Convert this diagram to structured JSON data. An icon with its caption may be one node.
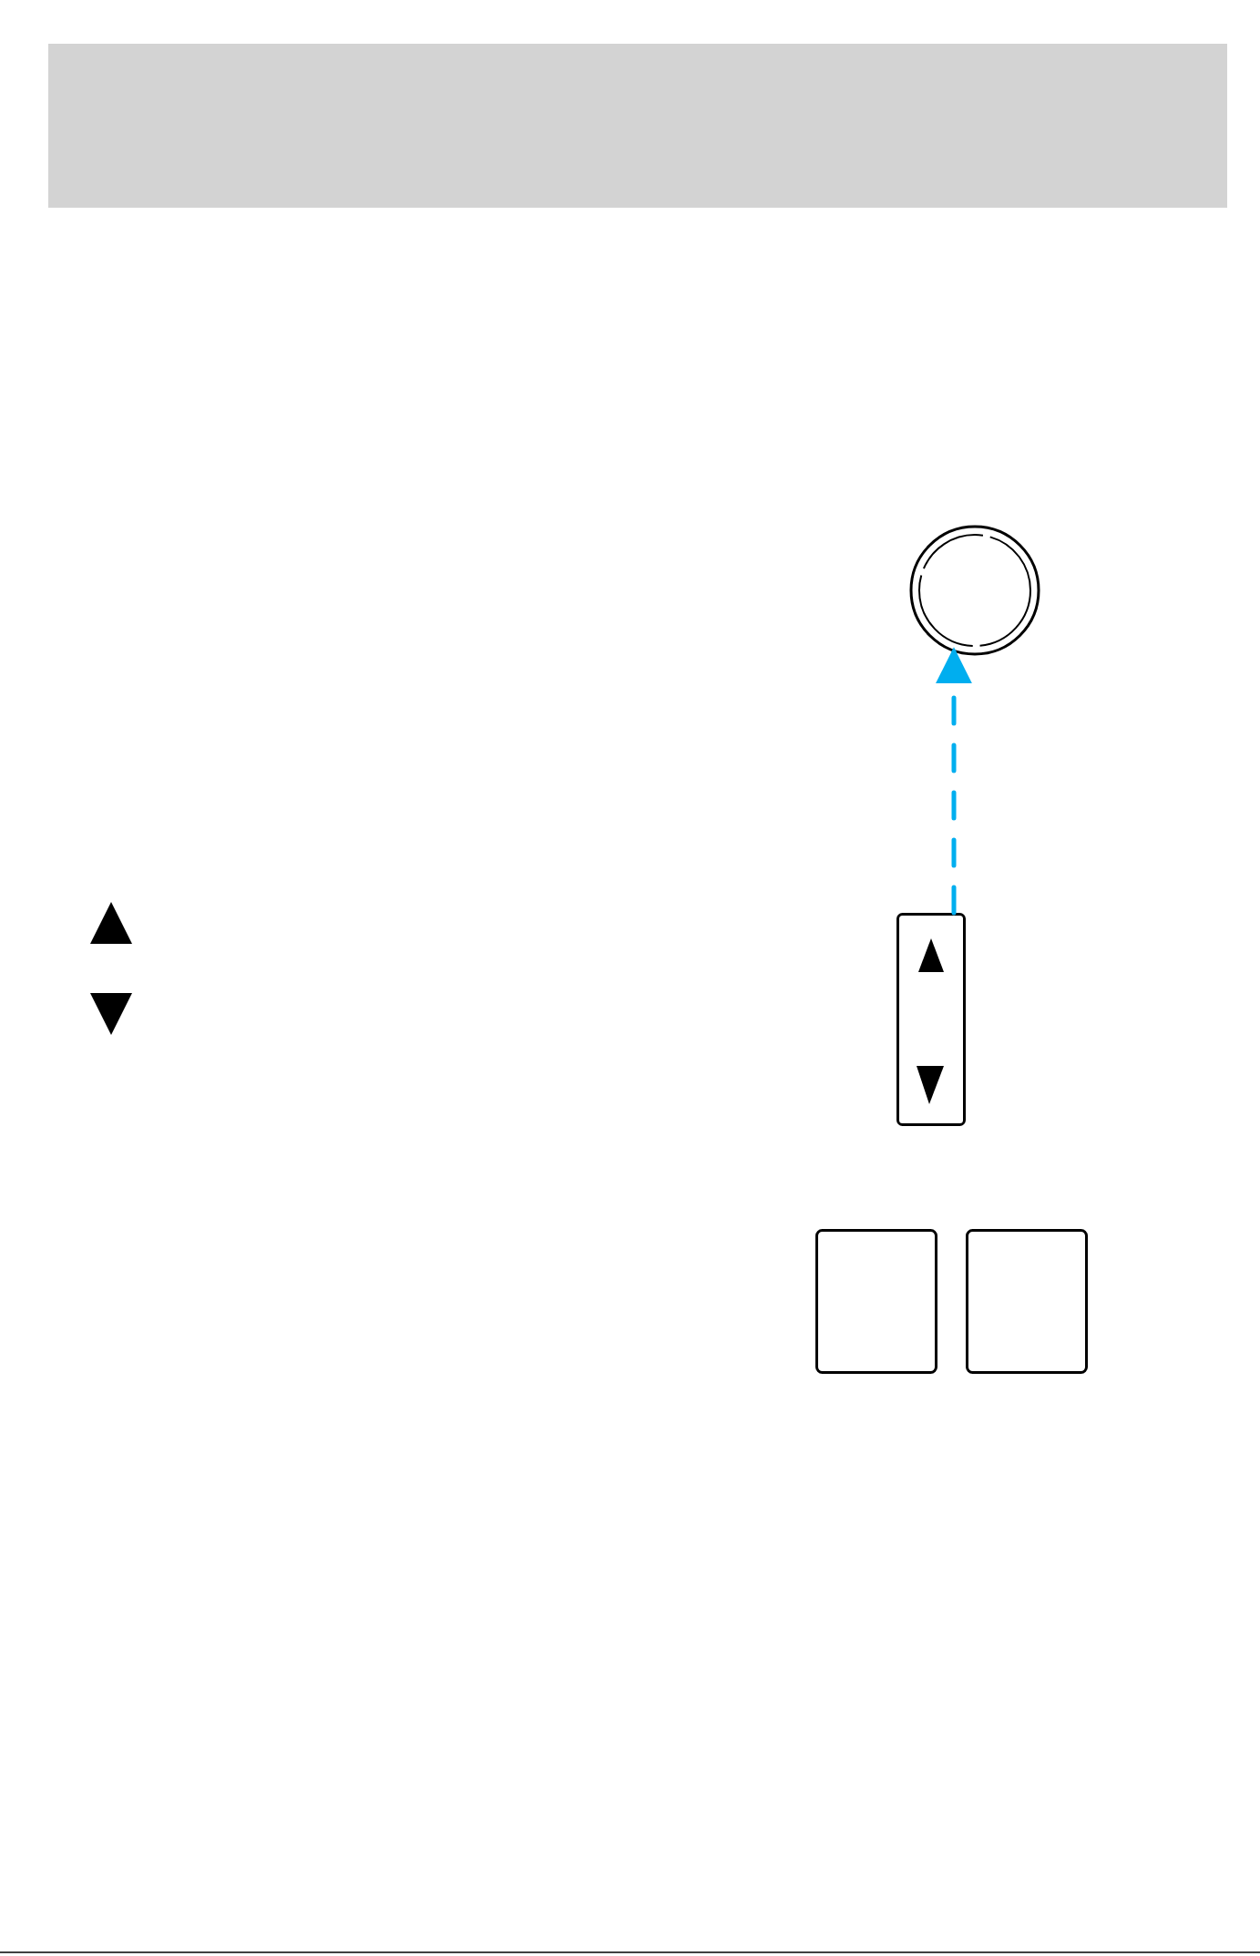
{
  "diagram": {
    "nodes": [
      {
        "text": [],
        "shape": "circle"
      },
      {
        "text": [],
        "shape": "box"
      },
      {
        "text": [],
        "shape": "box"
      },
      {
        "text": [],
        "shape": "box"
      }
    ],
    "edges": [
      {
        "from": 1,
        "to": 0,
        "arrow": "to",
        "style": "dashed",
        "color": "#00aeef"
      }
    ]
  }
}
